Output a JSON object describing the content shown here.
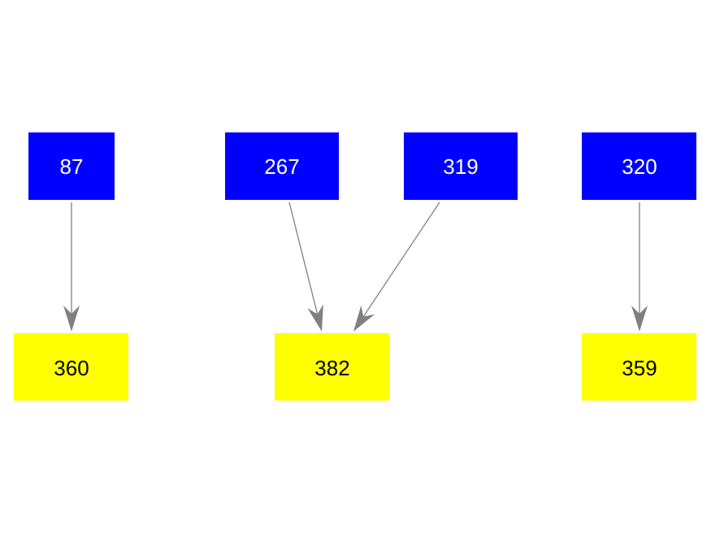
{
  "colors": {
    "source": "#0000ff",
    "target": "#ffff00",
    "edge": "#808080",
    "source_text": "#ffffff",
    "target_text": "#000000"
  },
  "nodes": {
    "n87": "87",
    "n267": "267",
    "n319": "319",
    "n320": "320",
    "n360": "360",
    "n382": "382",
    "n359": "359"
  },
  "edges": [
    {
      "from": "87",
      "to": "360"
    },
    {
      "from": "267",
      "to": "382"
    },
    {
      "from": "319",
      "to": "382"
    },
    {
      "from": "320",
      "to": "359"
    }
  ]
}
